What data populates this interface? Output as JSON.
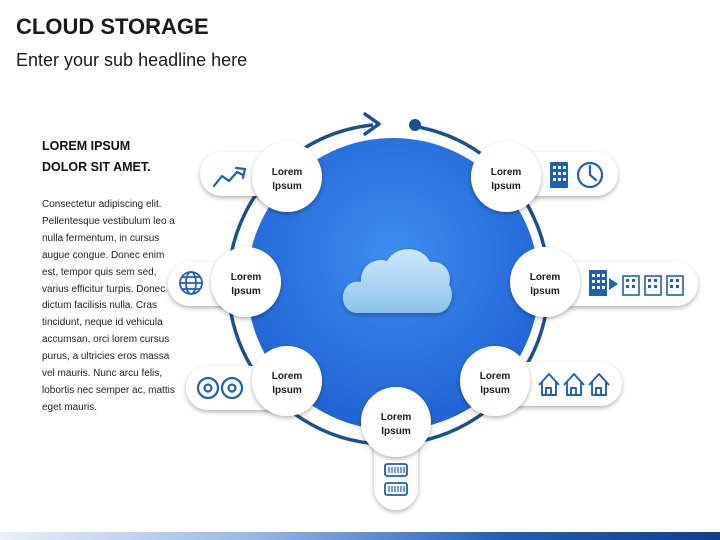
{
  "header": {
    "title": "CLOUD STORAGE",
    "subtitle": "Enter your sub headline here"
  },
  "sidebar": {
    "heading_line1": "LOREM IPSUM",
    "heading_line2": "DOLOR SIT AMET.",
    "body": "Consectetur adipiscing elit. Pellentesque vestibulum leo a nulla fermentum, in cursus augue congue. Donec enim est, tempor quis sem sed, varius efficitur turpis. Donec dictum facilisis nulla. Cras tincidunt, neque id vehicula accumsan, orci lorem cursus purus, a ultricies eros massa vel mauris. Nunc arcu felis, lobortis nec semper ac, mattis eget mauris."
  },
  "diagram": {
    "center_icon": "cloud-icon",
    "colors": {
      "accent": "#1f5fb8",
      "ring": "#1b4f8f",
      "center": "#2f78e4",
      "cloud": "#a9d3f0"
    },
    "nodes": [
      {
        "id": "top-left",
        "line1": "Lorem",
        "line2": "Ipsum",
        "icon": "trend-line-icon"
      },
      {
        "id": "top-right",
        "line1": "Lorem",
        "line2": "Ipsum",
        "icon": "building-clock-icon"
      },
      {
        "id": "middle-left",
        "line1": "Lorem",
        "line2": "Ipsum",
        "icon": "globe-icon"
      },
      {
        "id": "middle-right",
        "line1": "Lorem",
        "line2": "Ipsum",
        "icon": "buildings-transfer-icon"
      },
      {
        "id": "lower-left",
        "line1": "Lorem",
        "line2": "Ipsum",
        "icon": "disc-icon"
      },
      {
        "id": "lower-right",
        "line1": "Lorem",
        "line2": "Ipsum",
        "icon": "houses-icon"
      },
      {
        "id": "bottom",
        "line1": "Lorem",
        "line2": "Ipsum",
        "icon": "server-icon"
      }
    ]
  }
}
